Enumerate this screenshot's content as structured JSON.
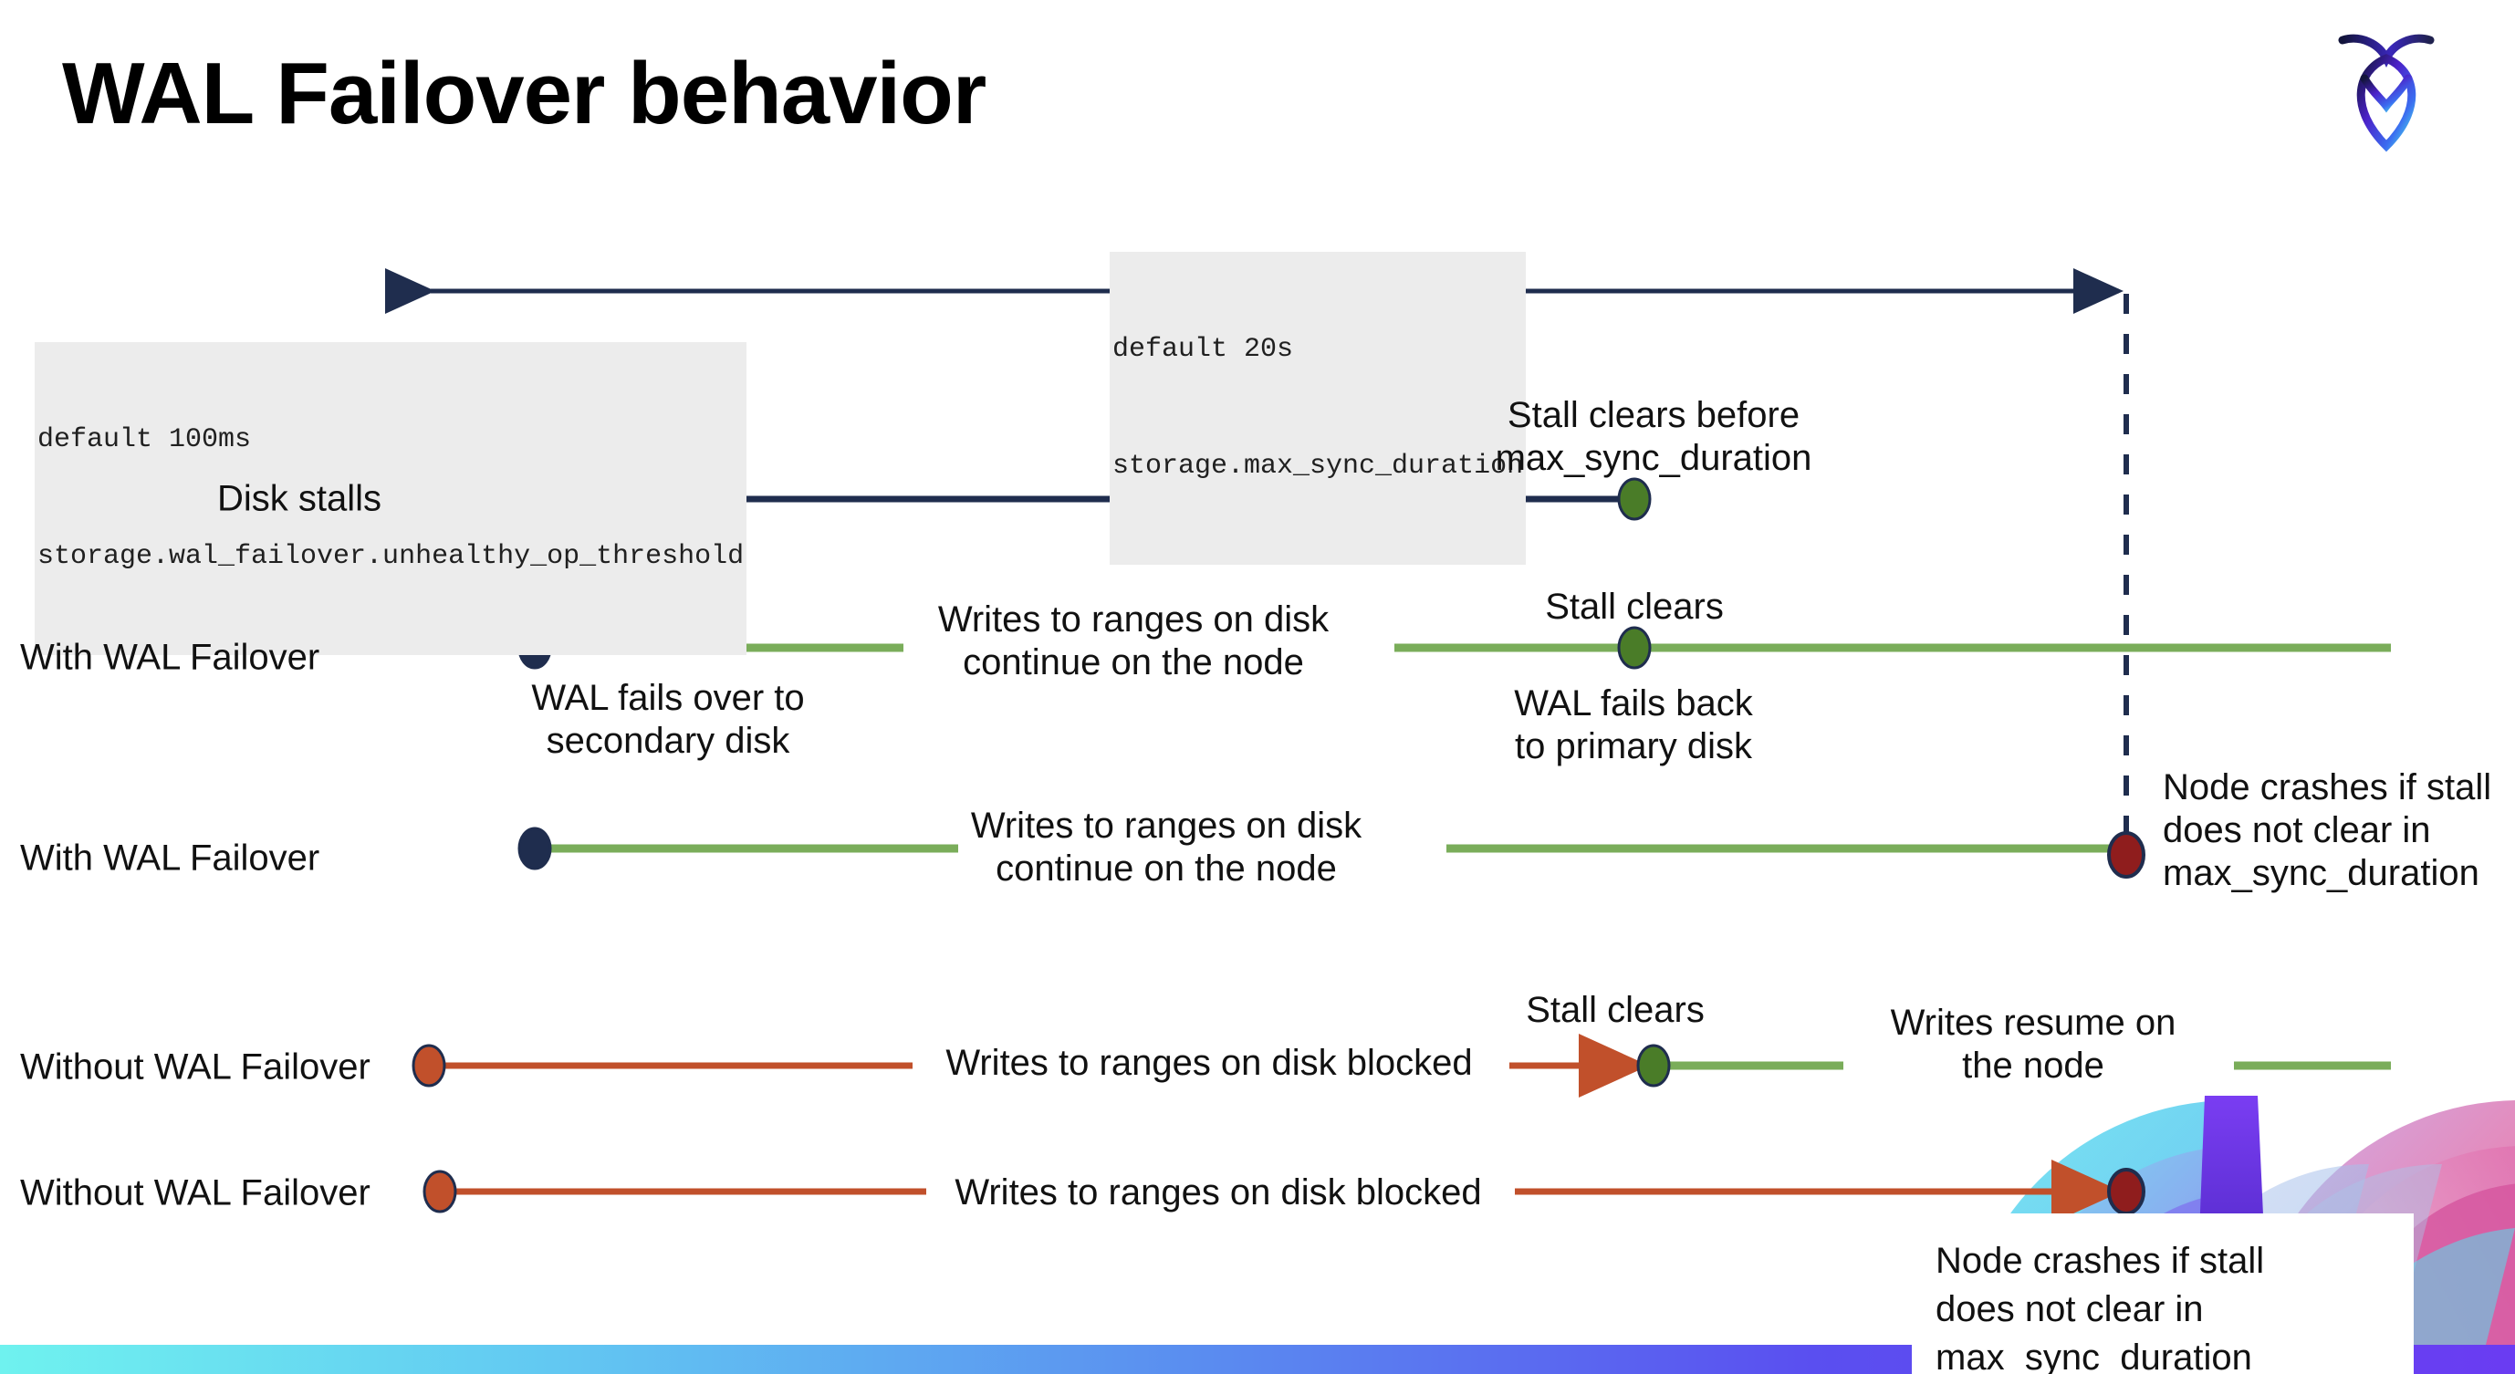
{
  "slide": {
    "title": "WAL Failover behavior",
    "logo_name": "cockroachdb-logo",
    "background": "#ffffff"
  },
  "colors": {
    "navy": "#1f2d4e",
    "green_line": "#7aad5a",
    "green_dot": "#4a7c28",
    "orange": "#c1502b",
    "dark_red": "#8f1d1d",
    "chip_bg": "#ececec",
    "text": "#111111"
  },
  "settings": {
    "max_sync": {
      "default_line": "default 20s",
      "setting_line": "storage.max_sync_duration"
    },
    "unhealthy_op": {
      "default_line": "default 100ms",
      "setting_line": "storage.wal_failover.unhealthy_op_threshold"
    }
  },
  "rows": [
    {
      "id": "disk-stalls",
      "label": "Disk stalls",
      "annotations": [
        "Stall clears before\nmax_sync_duration"
      ]
    },
    {
      "id": "with-wal-failover-1",
      "label": "With WAL Failover",
      "annotations": [
        "Writes to ranges on disk\ncontinue on the node",
        "Stall clears",
        "WAL fails over to\nsecondary disk",
        "WAL fails  back\nto primary disk"
      ]
    },
    {
      "id": "with-wal-failover-2",
      "label": "With WAL Failover",
      "annotations": [
        "Writes to ranges on disk\ncontinue on the node",
        "Node crashes if stall\ndoes not clear in\nmax_sync_duration"
      ]
    },
    {
      "id": "without-wal-failover-1",
      "label": "Without WAL Failover",
      "annotations": [
        "Writes to ranges on disk  blocked",
        "Stall clears",
        "Writes resume on\nthe node"
      ]
    },
    {
      "id": "without-wal-failover-2",
      "label": "Without WAL Failover",
      "annotations": [
        "Writes to ranges on disk  blocked",
        "Node crashes if stall\ndoes not clear in\nmax_sync_duration"
      ]
    }
  ],
  "labels": {
    "disk_stalls": "Disk stalls",
    "with_wal_failover_1": "With WAL Failover",
    "with_wal_failover_2": "With WAL Failover",
    "without_wal_failover_1": "Without WAL Failover",
    "without_wal_failover_2": "Without WAL Failover"
  },
  "annotations": {
    "stall_clears_before": "Stall clears before\nmax_sync_duration",
    "writes_continue_1": "Writes to ranges on disk\ncontinue on the node",
    "stall_clears_a": "Stall clears",
    "wal_fails_over": "WAL fails over to\nsecondary disk",
    "wal_fails_back": "WAL fails  back\nto primary disk",
    "writes_continue_2": "Writes to ranges on disk\ncontinue on the node",
    "node_crashes_1": "Node crashes if stall\ndoes not clear in\nmax_sync_duration",
    "writes_blocked_1": "Writes to ranges on disk  blocked",
    "stall_clears_b": "Stall clears",
    "writes_resume": "Writes resume on\nthe node",
    "writes_blocked_2": "Writes to ranges on disk  blocked",
    "node_crashes_2": "Node crashes if stall\ndoes not clear in\nmax_sync_duration"
  }
}
